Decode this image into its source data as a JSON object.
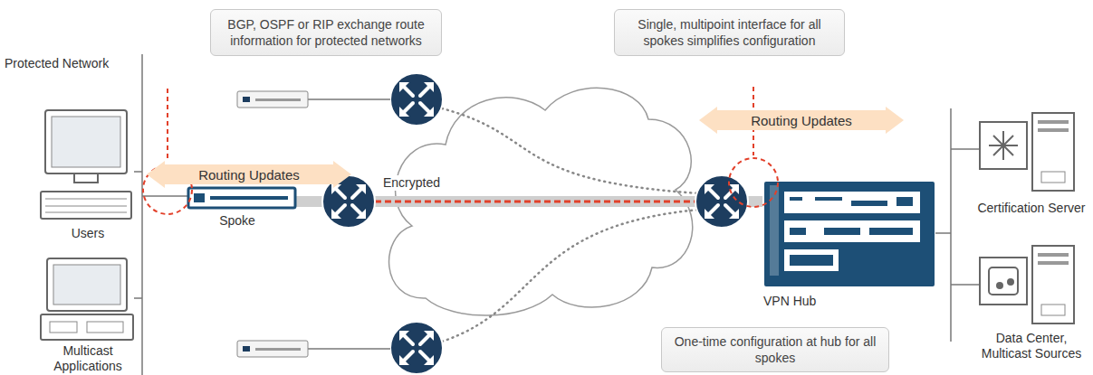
{
  "diagram": {
    "nodes": [
      {
        "text": [
          "BGP, OSPF or RIP exchange route information for protected networks"
        ]
      },
      {
        "text": [
          "Single, multipoint interface for all spokes simplifies configuration"
        ]
      },
      {
        "text": [
          "Routing Updates"
        ]
      },
      {
        "text": [
          "Routing Updates"
        ]
      },
      {
        "text": [
          "One-time configuration at hub for all spokes"
        ]
      }
    ],
    "labels": [
      "Protected Network",
      "Users",
      "Multicast Applications",
      "Spoke",
      "Encrypted",
      "VPN Hub",
      "Certification Server",
      "Data Center, Multicast Sources"
    ]
  }
}
